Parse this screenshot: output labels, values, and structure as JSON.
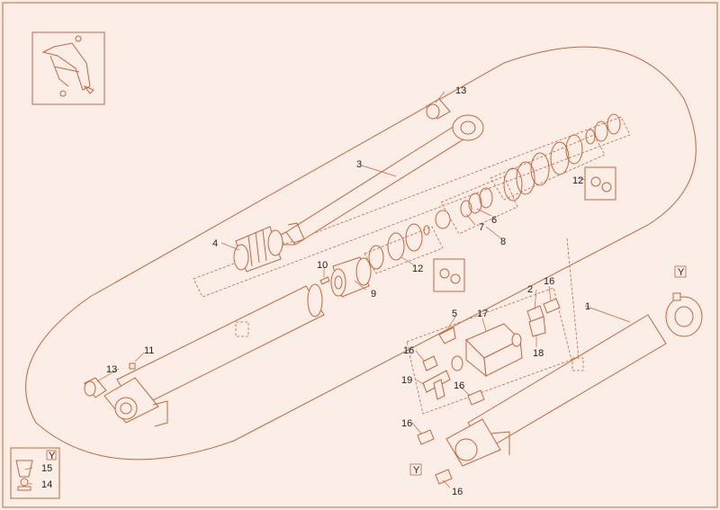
{
  "diagram": {
    "colors": {
      "background": "#fbeee6",
      "line": "#c8643c",
      "text": "#222222"
    },
    "callouts": [
      {
        "id": "c1",
        "text": "1"
      },
      {
        "id": "c2",
        "text": "2"
      },
      {
        "id": "c3",
        "text": "3"
      },
      {
        "id": "c4",
        "text": "4"
      },
      {
        "id": "c5",
        "text": "5"
      },
      {
        "id": "c6",
        "text": "6"
      },
      {
        "id": "c7",
        "text": "7"
      },
      {
        "id": "c8",
        "text": "8"
      },
      {
        "id": "c9",
        "text": "9"
      },
      {
        "id": "c10",
        "text": "10"
      },
      {
        "id": "c11",
        "text": "11"
      },
      {
        "id": "c12a",
        "text": "12"
      },
      {
        "id": "c12b",
        "text": "12"
      },
      {
        "id": "c13a",
        "text": "13"
      },
      {
        "id": "c13b",
        "text": "13"
      },
      {
        "id": "c14",
        "text": "14"
      },
      {
        "id": "c15",
        "text": "15"
      },
      {
        "id": "c16a",
        "text": "16"
      },
      {
        "id": "c16b",
        "text": "16"
      },
      {
        "id": "c16c",
        "text": "16"
      },
      {
        "id": "c16d",
        "text": "16"
      },
      {
        "id": "c16e",
        "text": "16"
      },
      {
        "id": "c17",
        "text": "17"
      },
      {
        "id": "c18",
        "text": "18"
      },
      {
        "id": "c19",
        "text": "19"
      }
    ],
    "view_markers": [
      {
        "id": "y1",
        "text": "Y"
      },
      {
        "id": "y2",
        "text": "Y"
      },
      {
        "id": "y3",
        "text": "Y"
      }
    ]
  }
}
